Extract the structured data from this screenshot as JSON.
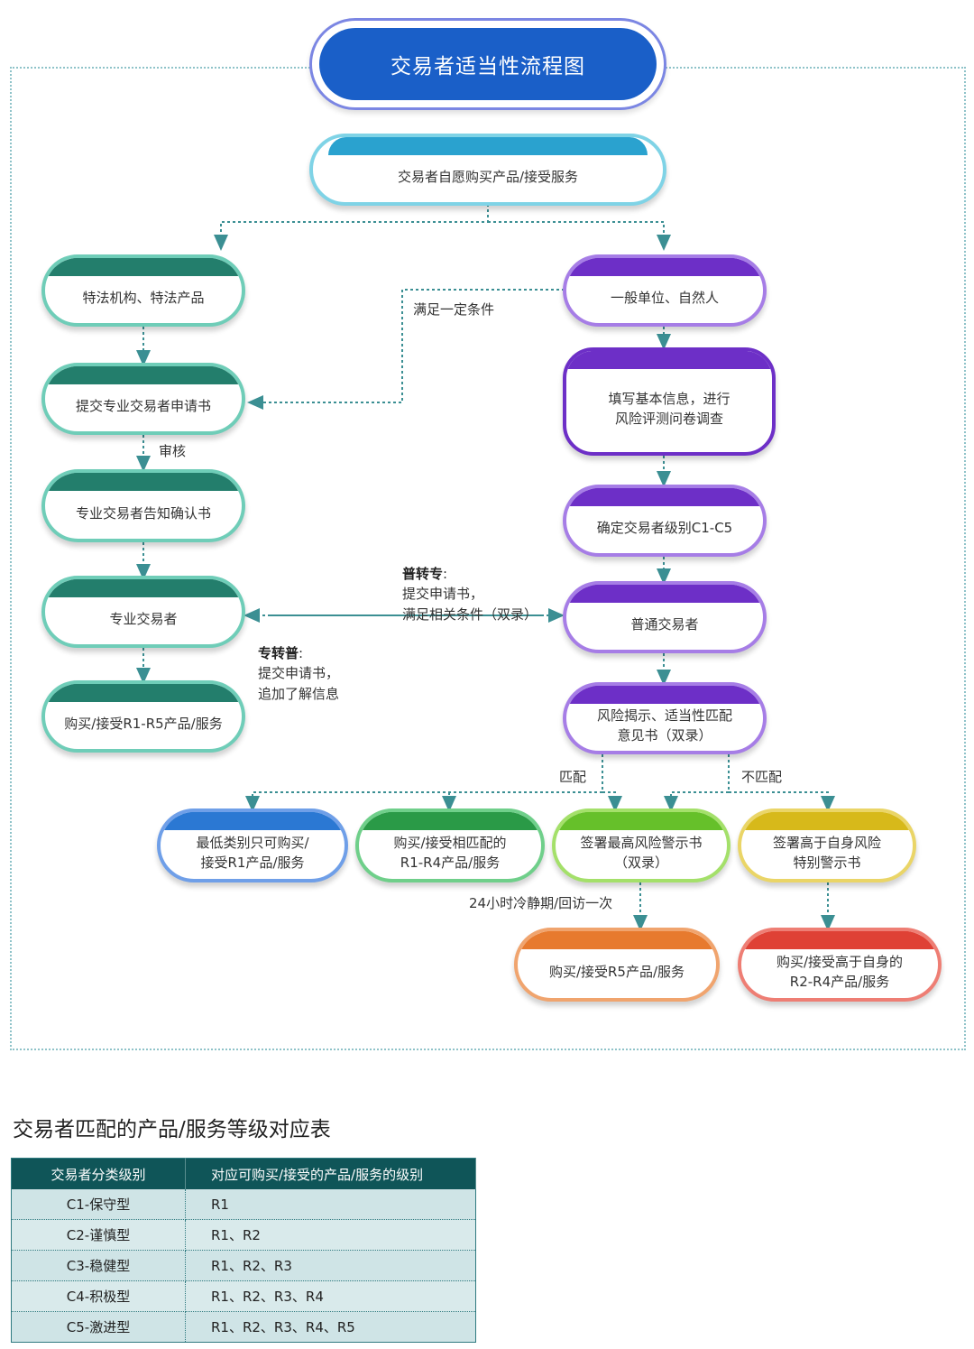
{
  "title": "交易者适当性流程图",
  "nodes": {
    "start": "交易者自愿购买产品/接受服务",
    "special_org": "特法机构、特法产品",
    "submit_pro_app": "提交专业交易者申请书",
    "pro_notice": "专业交易者告知确认书",
    "pro_trader": "专业交易者",
    "pro_buy": "购买/接受R1-R5产品/服务",
    "general": "一般单位、自然人",
    "fill_info": "填写基本信息，进行\n风险评测问卷调查",
    "determine_level": "确定交易者级别C1-C5",
    "normal_trader": "普通交易者",
    "risk_disclosure": "风险揭示、适当性匹配\n意见书（双录）",
    "lowest_r1": "最低类别只可购买/\n接受R1产品/服务",
    "match_r1_r4": "购买/接受相匹配的\nR1-R4产品/服务",
    "sign_highest": "签署最高风险警示书\n（双录）",
    "sign_above": "签署高于自身风险\n特别警示书",
    "buy_r5": "购买/接受R5产品/服务",
    "buy_above": "购买/接受高于自身的\nR2-R4产品/服务"
  },
  "labels": {
    "meet_condition": "满足一定条件",
    "review": "审核",
    "normal_to_pro_title": "普转专",
    "normal_to_pro_body": "提交申请书，\n满足相关条件（双录）",
    "pro_to_normal_title": "专转普",
    "pro_to_normal_body": "提交申请书，\n追加了解信息",
    "match": "匹配",
    "no_match": "不匹配",
    "cooling": "24小时冷静期/回访一次",
    "colon": ":"
  },
  "colors": {
    "title": "#1a5fc8",
    "teal": "#237e6c",
    "purple": "#6d2fc7",
    "blue": "#2b78d3",
    "green": "#2a9a47",
    "lime": "#66c02a",
    "yellow": "#d7b91a",
    "orange": "#e77a2e",
    "red": "#df4135",
    "cyan": "#2aa2cf"
  },
  "table": {
    "title": "交易者匹配的产品/服务等级对应表",
    "headers": [
      "交易者分类级别",
      "对应可购买/接受的产品/服务的级别"
    ],
    "rows": [
      [
        "C1-保守型",
        "R1"
      ],
      [
        "C2-谨慎型",
        "R1、R2"
      ],
      [
        "C3-稳健型",
        "R1、R2、R3"
      ],
      [
        "C4-积极型",
        "R1、R2、R3、R4"
      ],
      [
        "C5-激进型",
        "R1、R2、R3、R4、R5"
      ]
    ]
  }
}
